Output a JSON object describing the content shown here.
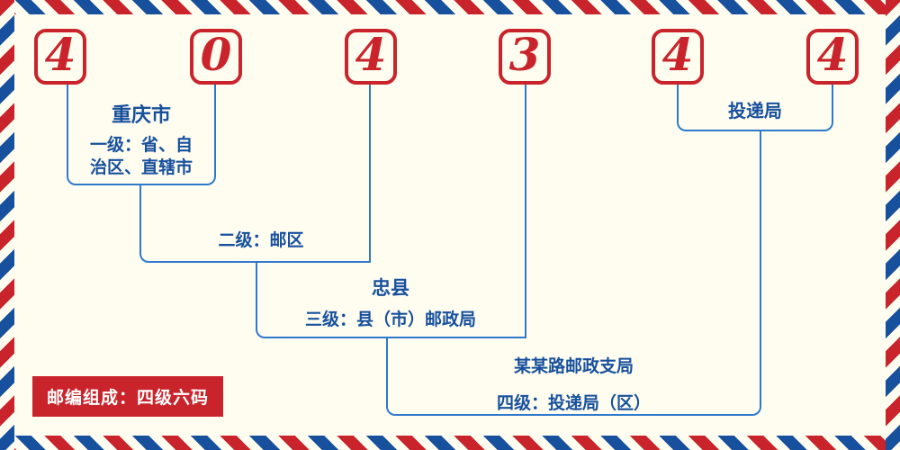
{
  "palette": {
    "red": "#c9242b",
    "text_blue": "#17509d",
    "line_blue": "#2f79cc",
    "background": "#fffdf0",
    "footer_text_color": "#ffffff"
  },
  "postal_code": {
    "digits": [
      "4",
      "0",
      "4",
      "3",
      "4",
      "4"
    ]
  },
  "annotations": {
    "level1": {
      "city": "重庆市",
      "desc_line1": "一级：省、自",
      "desc_line2": "治区、直辖市"
    },
    "level2": {
      "desc": "二级：邮区"
    },
    "level3": {
      "county": "忠县",
      "desc": "三级：县（市）邮政局"
    },
    "level4": {
      "branch": "某某路邮政支局",
      "desc": "四级：投递局（区）"
    },
    "delivery_office": {
      "label": "投递局"
    },
    "footer": {
      "text": "邮编组成：四级六码"
    }
  }
}
